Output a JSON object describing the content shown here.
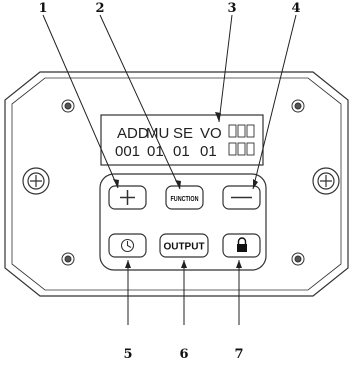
{
  "callouts": [
    {
      "number": "1"
    },
    {
      "number": "2"
    },
    {
      "number": "3"
    },
    {
      "number": "4"
    },
    {
      "number": "5"
    },
    {
      "number": "6"
    },
    {
      "number": "7"
    }
  ],
  "lcd": {
    "row1": [
      "ADD",
      "MU",
      "SE",
      "VO"
    ],
    "row2": [
      "001",
      "01",
      "01",
      "01"
    ]
  },
  "buttons": {
    "plus": "+",
    "function": "FUNCTION",
    "minus": "—",
    "output": "OUTPUT"
  },
  "icons": {
    "timer_button": "clock-icon",
    "lock_button": "lock-icon",
    "mount_holes": "cross-screw-icon",
    "corner_screws": "screw-icon"
  }
}
